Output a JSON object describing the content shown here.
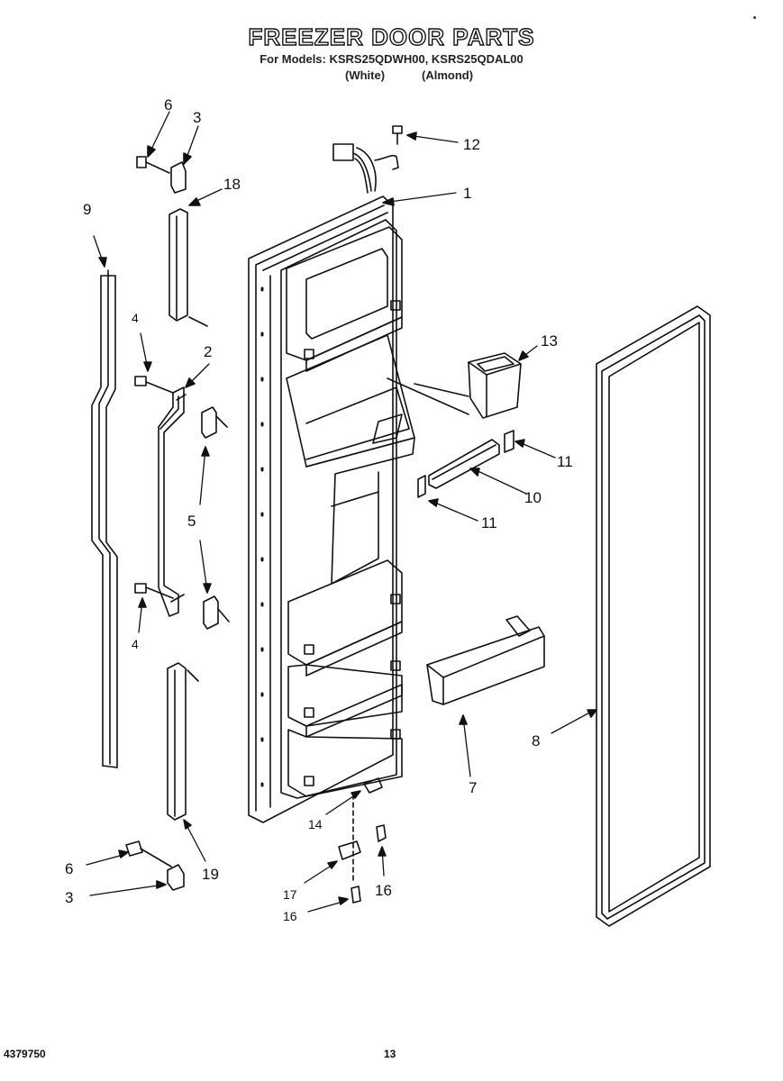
{
  "header": {
    "title": "FREEZER DOOR PARTS",
    "models_line": "For Models: KSRS25QDWH00, KSRS25QDAL00",
    "color_white": "(White)",
    "color_almond": "(Almond)"
  },
  "callouts": {
    "c1": "1",
    "c2": "2",
    "c3_top": "3",
    "c3_bottom": "3",
    "c4_upper": "4",
    "c4_lower": "4",
    "c5": "5",
    "c6_top": "6",
    "c6_bottom": "6",
    "c7": "7",
    "c8": "8",
    "c9": "9",
    "c10": "10",
    "c11_upper": "11",
    "c11_lower": "11",
    "c12": "12",
    "c13": "13",
    "c14": "14",
    "c16_right": "16",
    "c16_left": "16",
    "c17": "17",
    "c18": "18",
    "c19": "19"
  },
  "footer": {
    "doc_number": "4379750",
    "page_number": "13"
  }
}
